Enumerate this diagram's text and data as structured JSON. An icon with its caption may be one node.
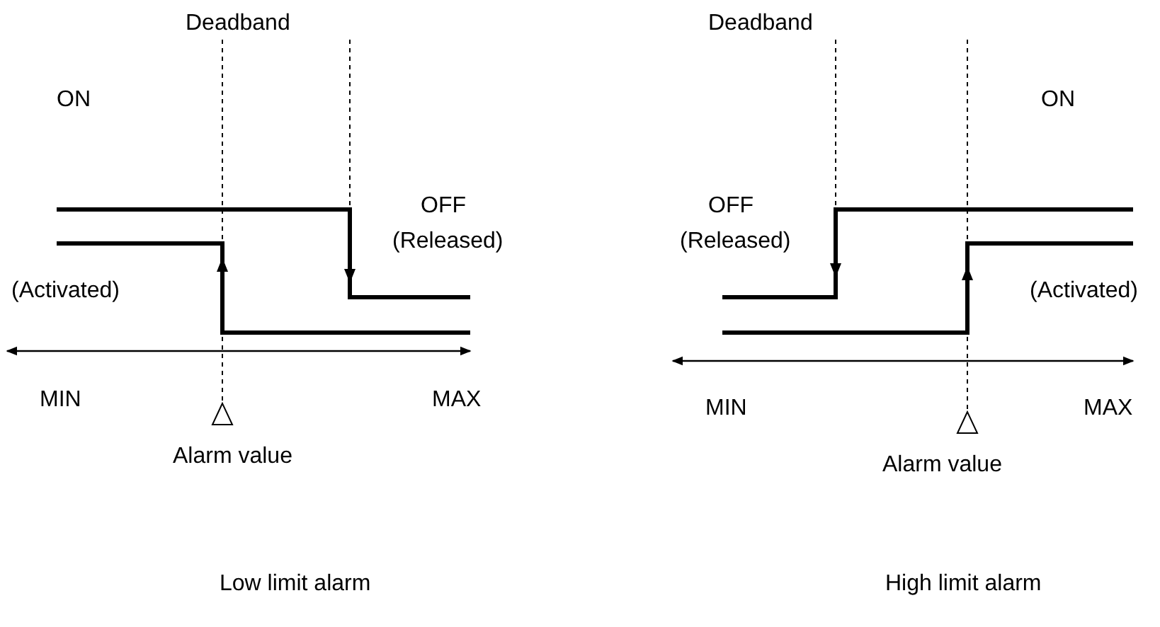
{
  "diagram": {
    "labels": [
      "Deadband",
      "ON",
      "OFF",
      "(Released)",
      "(Activated)",
      "MIN",
      "MAX",
      "Alarm value",
      "Low limit alarm",
      "Deadband",
      "OFF",
      "ON",
      "(Released)",
      "(Activated)",
      "MIN",
      "MAX",
      "Alarm value",
      "High limit alarm"
    ]
  }
}
